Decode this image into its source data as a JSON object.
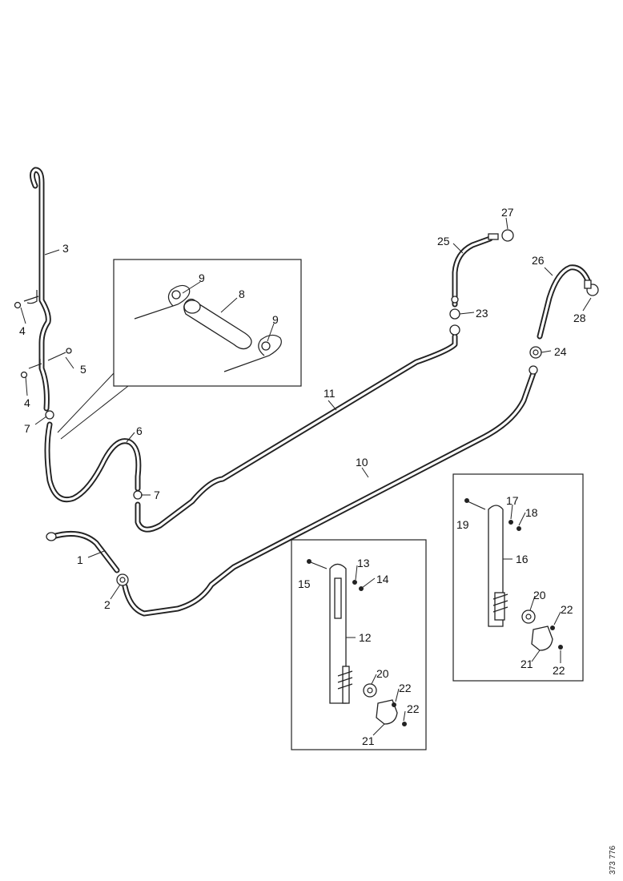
{
  "callouts": {
    "c1": "1",
    "c2": "2",
    "c3": "3",
    "c4a": "4",
    "c4b": "4",
    "c5": "5",
    "c6": "6",
    "c7a": "7",
    "c7b": "7",
    "c8": "8",
    "c9a": "9",
    "c9b": "9",
    "c10": "10",
    "c11": "11",
    "c12": "12",
    "c13": "13",
    "c14": "14",
    "c15": "15",
    "c16": "16",
    "c17": "17",
    "c18": "18",
    "c19": "19",
    "c20a": "20",
    "c20b": "20",
    "c21a": "21",
    "c21b": "21",
    "c22a": "22",
    "c22b": "22",
    "c22c": "22",
    "c22d": "22",
    "c23": "23",
    "c24": "24",
    "c25": "25",
    "c26": "26",
    "c27": "27",
    "c28": "28"
  },
  "reference": "373 776"
}
